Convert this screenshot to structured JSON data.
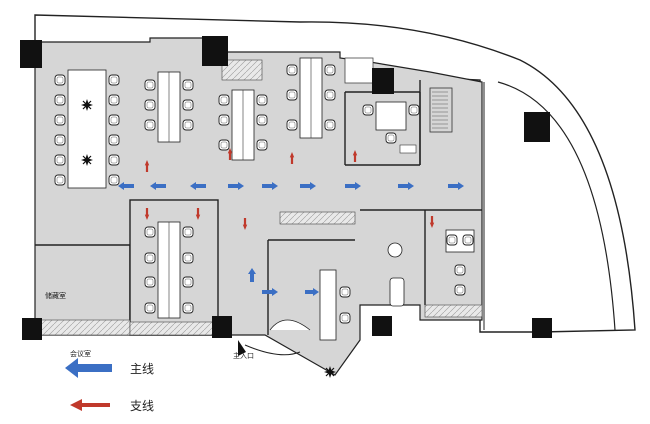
{
  "legend": {
    "main": "主线",
    "branch": "支线"
  },
  "labels": {
    "entrance": "主入口",
    "room_left_mid": "会议室",
    "room_left_bottom": "储藏室"
  },
  "colors": {
    "main_arrow": "#3b6fc4",
    "branch_arrow": "#c0392b",
    "floor_fill": "#d6d6d6",
    "wall": "#1a1a1a",
    "column": "#111111"
  }
}
